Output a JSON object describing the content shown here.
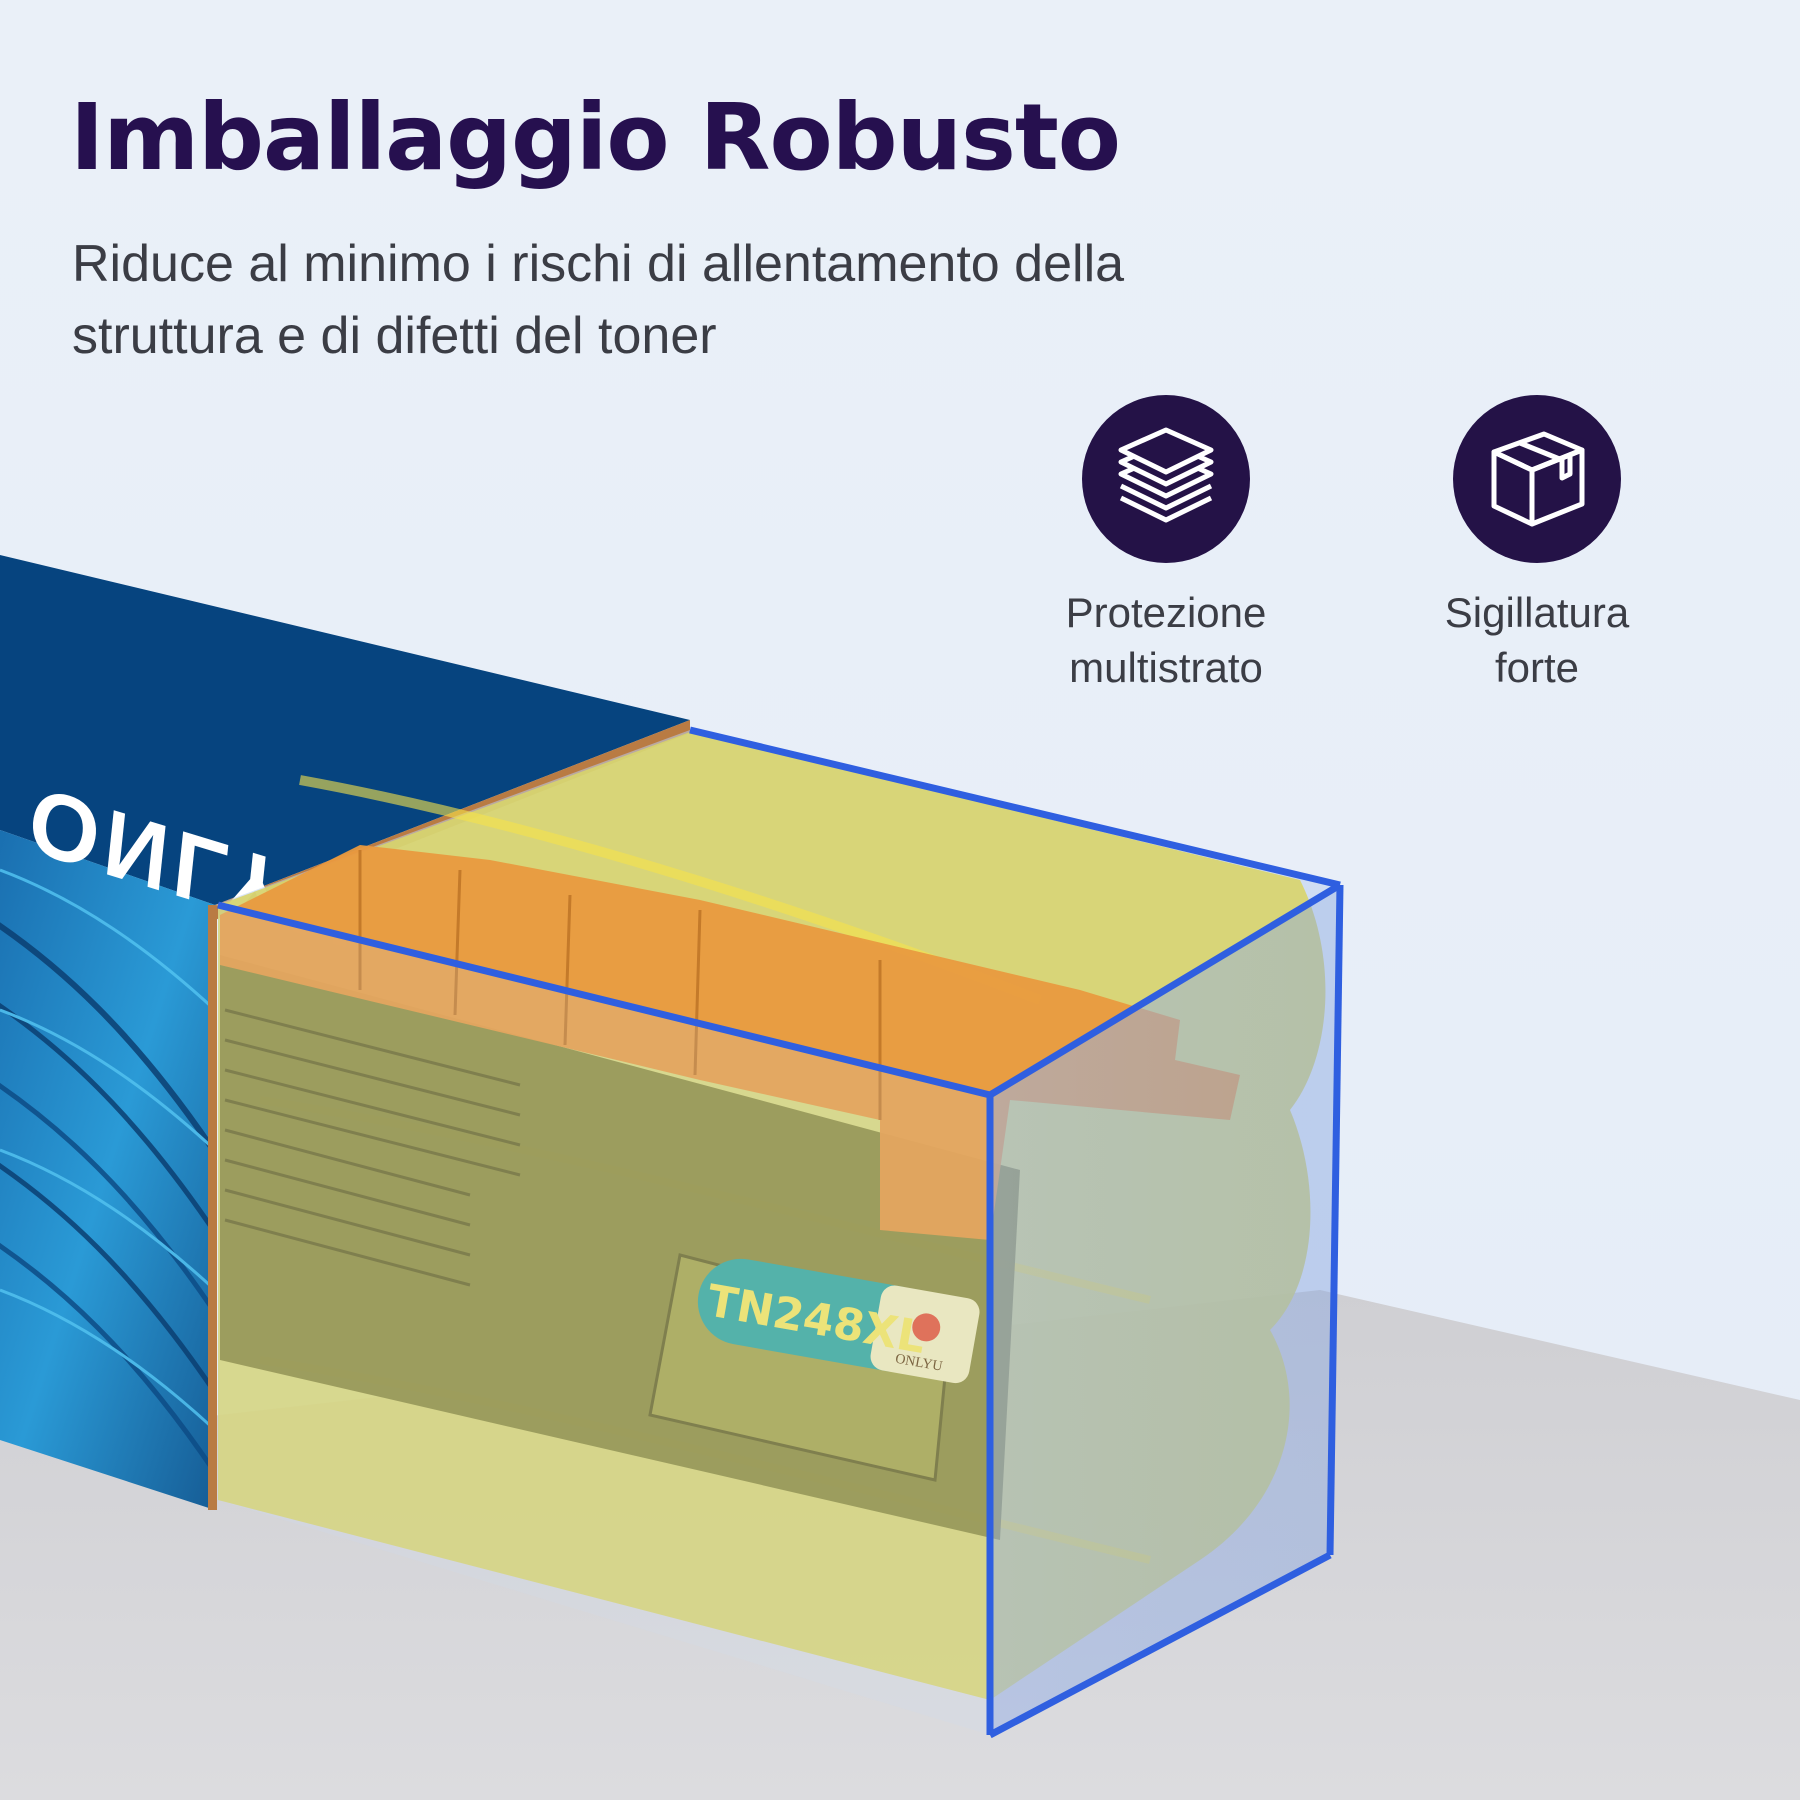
{
  "header": {
    "title": "Imballaggio Robusto",
    "subtitle": "Riduce al minimo i rischi di allentamento della struttura e di difetti del toner"
  },
  "features": [
    {
      "icon": "layers-icon",
      "label_line1": "Protezione",
      "label_line2": "multistrato"
    },
    {
      "icon": "package-icon",
      "label_line1": "Sigillatura",
      "label_line2": "forte"
    }
  ],
  "product": {
    "brand": "ONLYU",
    "model_label": "TN248XL",
    "logo_text": "ONLYU"
  },
  "colors": {
    "title": "#26104f",
    "body_text": "#3b3d45",
    "badge": "#241247",
    "background": "#e9eff7",
    "floor": "#d6d6d9",
    "box_blue": "#06447f",
    "feather_blue": "#1f86c4",
    "foam": "#d9d56a",
    "cartridge_orange": "#e99a3f",
    "case_outline": "#2f5fe0",
    "label_teal": "#3aa99a"
  }
}
